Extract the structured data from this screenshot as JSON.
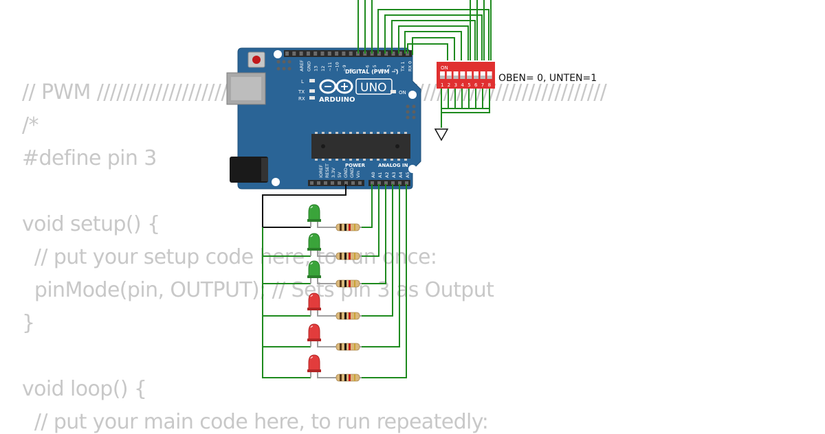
{
  "code_lines": [
    "// PWM //////////////////////////////////////////////////////////////////////////////",
    "/*",
    "#define pin 3",
    "",
    "void setup() {",
    "  // put your setup code here, to run once:",
    "  pinMode(pin, OUTPUT); // Sets pin 3 as Output",
    "}",
    "",
    "void loop() {",
    "  // put your main code here, to run repeatedly:"
  ],
  "board": {
    "brand": "ARDUINO",
    "model": "UNO",
    "digital_header_label": "DIGITAL (PWM ~)",
    "power_label": "POWER",
    "analog_label": "ANALOG IN",
    "on_label": "ON",
    "led_labels": [
      "L",
      "TX",
      "RX"
    ],
    "digital_pins": [
      "AREF",
      "GND",
      "13",
      "12",
      "~11",
      "~10",
      "~9",
      "8",
      "7",
      "~6",
      "~5",
      "4",
      "~3",
      "2",
      "TX 1",
      "RX 0"
    ],
    "power_pins": [
      "IOREF",
      "RESET",
      "3.3V",
      "5V",
      "GND",
      "GND",
      "Vin"
    ],
    "analog_pins": [
      "A0",
      "A1",
      "A2",
      "A3",
      "A4",
      "A5"
    ]
  },
  "dip_switch": {
    "on_label": "ON",
    "numbers": [
      "1",
      "2",
      "3",
      "4",
      "5",
      "6",
      "7",
      "8"
    ],
    "annotation": "OBEN= 0, UNTEN=1"
  },
  "leds": [
    "green",
    "green",
    "green",
    "red",
    "red",
    "red"
  ],
  "colors": {
    "board": "#2a6496",
    "wire": "#1d8a1d",
    "gnd_wire": "#111111",
    "dip": "#e03030",
    "led_green": "#3aa43a",
    "led_red": "#e23c3c",
    "code_text": "#c8c8c8"
  }
}
